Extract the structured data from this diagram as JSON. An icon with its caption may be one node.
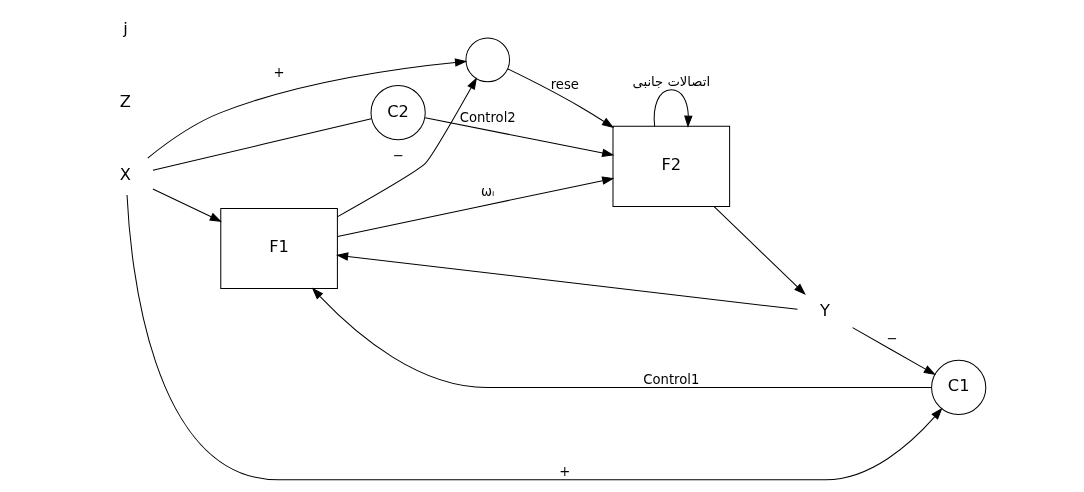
{
  "diagram": {
    "nodes": [
      {
        "text": [
          "F1"
        ]
      },
      {
        "text": [
          "F2"
        ]
      },
      {
        "text": [
          "Y"
        ]
      },
      {
        "text": [],
        "shape": "circle"
      },
      {
        "text": [
          "C1"
        ]
      },
      {
        "text": [
          "C2"
        ]
      },
      {
        "text": [
          "X"
        ]
      }
    ],
    "edges": [
      {
        "from": 6,
        "to": 0,
        "arrow": "to"
      },
      {
        "from": 2,
        "to": 0,
        "arrow": "to"
      },
      {
        "from": 6,
        "to": 4,
        "arrow": "to",
        "label": "+"
      },
      {
        "from": 2,
        "to": 4,
        "arrow": "to",
        "label": "−"
      },
      {
        "from": 4,
        "to": 0,
        "arrow": "to",
        "label": "Control1"
      },
      {
        "from": 0,
        "to": 1,
        "arrow": "to",
        "label": "ωᵢ"
      },
      {
        "from": 0,
        "to": 3,
        "arrow": "to",
        "label": "−"
      },
      {
        "from": 6,
        "to": 3,
        "arrow": "to",
        "label": "+"
      },
      {
        "from": 3,
        "to": 1,
        "arrow": "to",
        "label": "rese"
      },
      {
        "from": 5,
        "to": 1,
        "arrow": "to",
        "label": "Control2"
      },
      {
        "from": 6,
        "to": 5,
        "arrow": "none"
      },
      {
        "from": 1,
        "to": 1,
        "arrow": "to",
        "label": "اتصالات جانبی"
      },
      {
        "from": 1,
        "to": 2,
        "arrow": "to"
      }
    ],
    "labels": [
      "Z",
      "j"
    ]
  }
}
